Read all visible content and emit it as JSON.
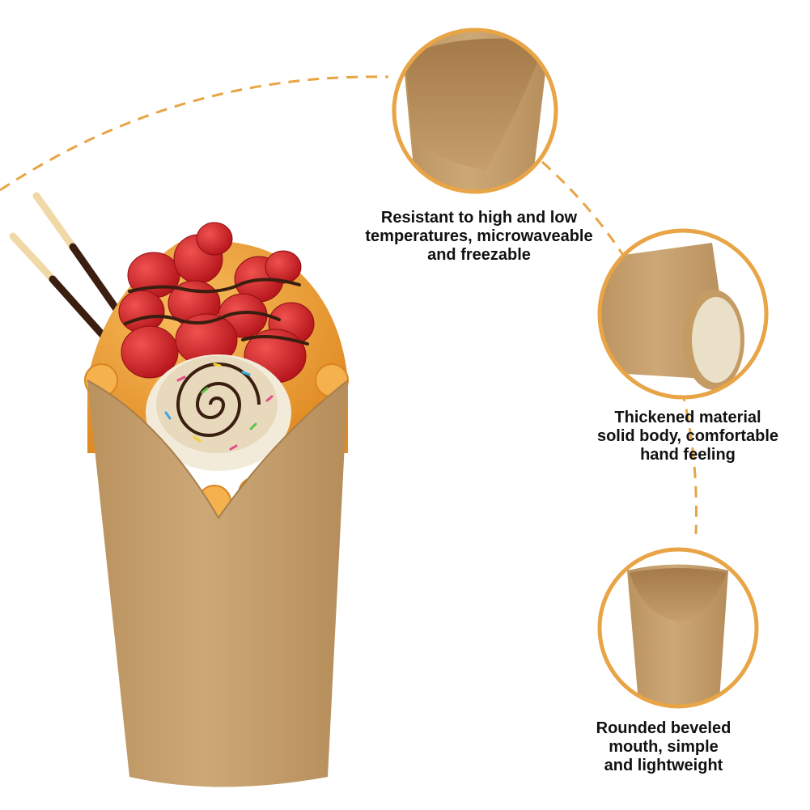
{
  "colors": {
    "accent_orange": "#E8A445",
    "kraft": "#C9A473",
    "kraft_dark": "#B48A57",
    "waffle": "#F2A03A",
    "strawberry": "#D9252A",
    "chocolate": "#3A1E10",
    "cream": "#F3EBD9"
  },
  "features": [
    {
      "icon": "beveled-cup-closeup-icon",
      "caption": "Resistant to high and low\ntemperatures, microwaveable\nand freezable"
    },
    {
      "icon": "thick-rim-closeup-icon",
      "caption": "Thickened material\nsolid body, comfortable\nhand feeling"
    },
    {
      "icon": "rounded-mouth-cup-icon",
      "caption": "Rounded beveled\nmouth, simple\nand lightweight"
    }
  ]
}
